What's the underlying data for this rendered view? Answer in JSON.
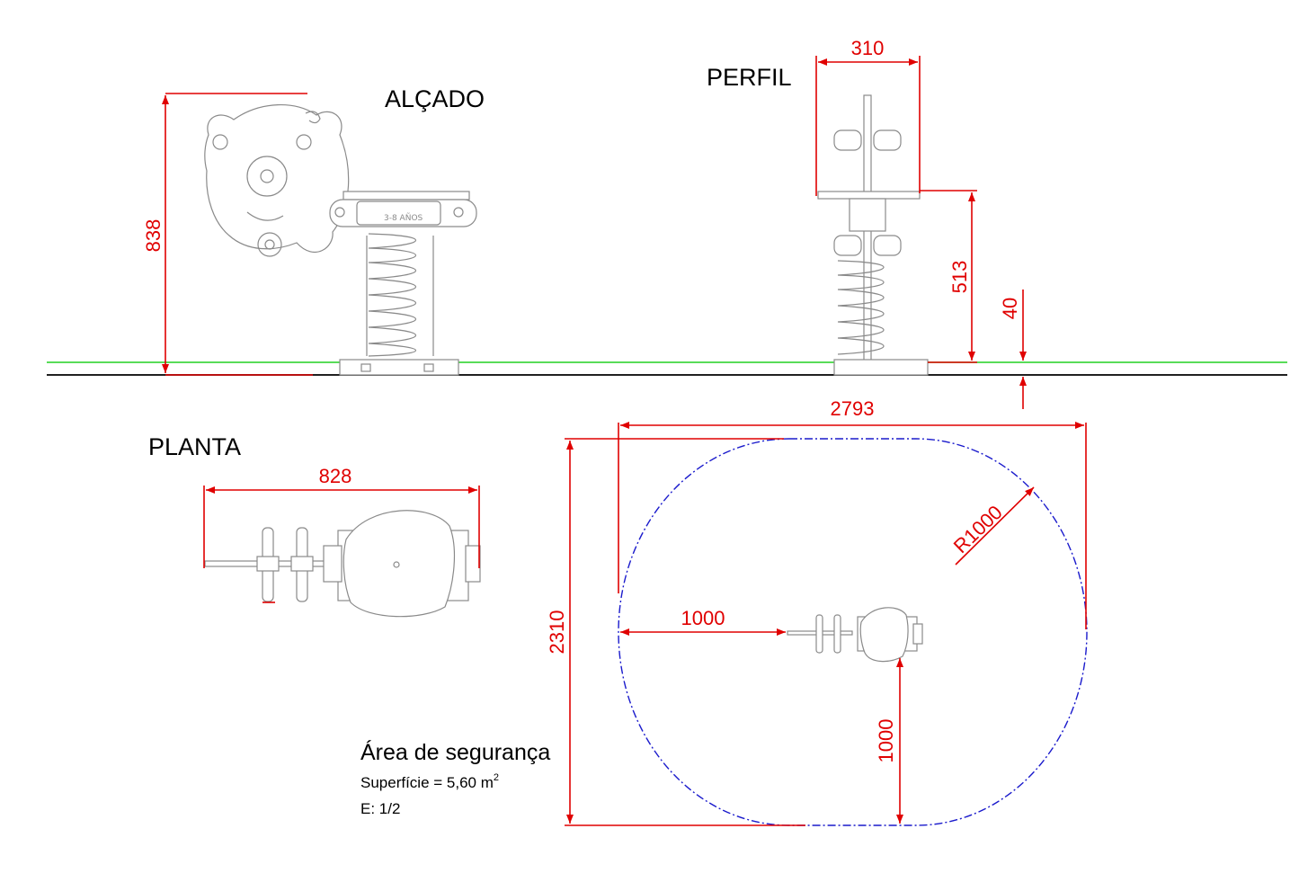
{
  "views": {
    "elevation": "ALÇADO",
    "profile": "PERFIL",
    "plan": "PLANTA"
  },
  "dimensions": {
    "elev_height": "838",
    "profile_width": "310",
    "profile_seat_height": "513",
    "profile_base": "40",
    "plan_length": "828",
    "area_width": "2793",
    "area_height": "2310",
    "area_radius": "R1000",
    "area_side": "1000",
    "area_bottom": "1000"
  },
  "safety_note": {
    "title": "Área de segurança",
    "surface_label": "Superfície = 5,60 m",
    "surface_exp": "2",
    "scale": "E: 1/2"
  },
  "colors": {
    "dimension": "#e00000",
    "outline": "#8a8a8a",
    "ground": "#20d020",
    "safety_zone": "#1a1acc"
  }
}
